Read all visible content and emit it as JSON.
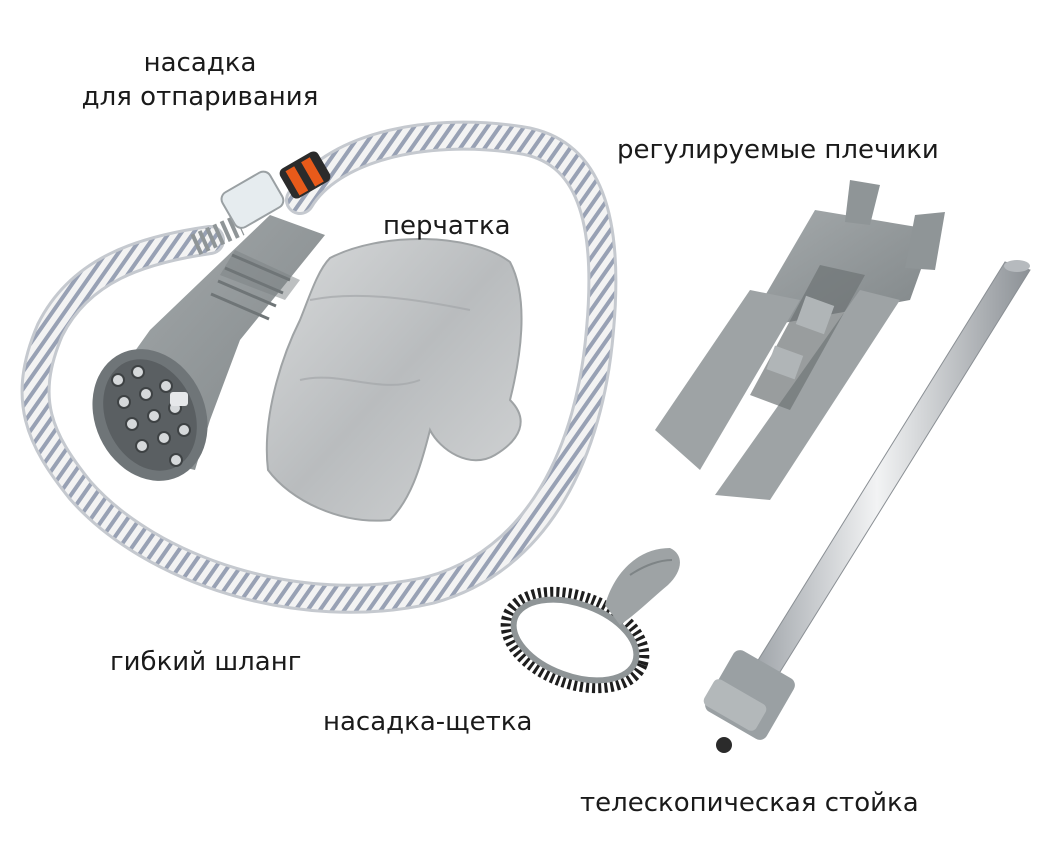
{
  "labels": {
    "steam_nozzle_line1": "насадка",
    "steam_nozzle_line2": "для отпаривания",
    "glove": "перчатка",
    "hanger": "регулируемые плечики",
    "hose": "гибкий шланг",
    "brush": "насадка-щетка",
    "pole": "телескопическая стойка"
  },
  "colors": {
    "plastic_gray": "#8f9597",
    "plastic_light": "#b9bec0",
    "glove_silver": "#c9cbcc",
    "hose_white": "#f2f2f2",
    "hose_stripe": "#9aa3b5",
    "connector_orange": "#e85a1a",
    "metal": "#c8ccd0"
  }
}
